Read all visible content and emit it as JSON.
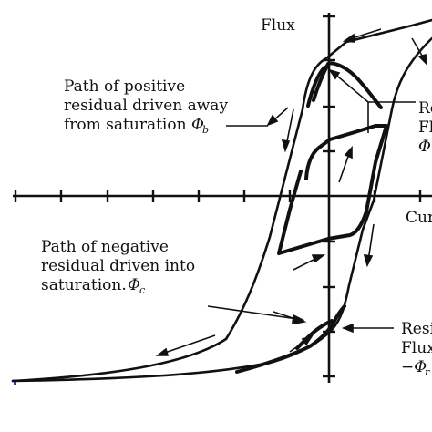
{
  "axes": {
    "y_label": "Flux",
    "x_label": "Cur"
  },
  "annotations": {
    "positive_path": {
      "line1": "Path of positive",
      "line2": "residual driven away",
      "line3": "from saturation",
      "symbol": "Φ",
      "subscript": "b"
    },
    "negative_path": {
      "line1": "Path of negative",
      "line2": "residual driven into",
      "line3": "saturation.",
      "symbol": "Φ",
      "subscript": "c"
    },
    "right_top": {
      "line1": "Re",
      "line2": "Fl",
      "line3": "Φ"
    },
    "right_bottom": {
      "line1": "Resi",
      "line2": "Flux",
      "line3": "−Φ",
      "subscript": "r"
    }
  }
}
